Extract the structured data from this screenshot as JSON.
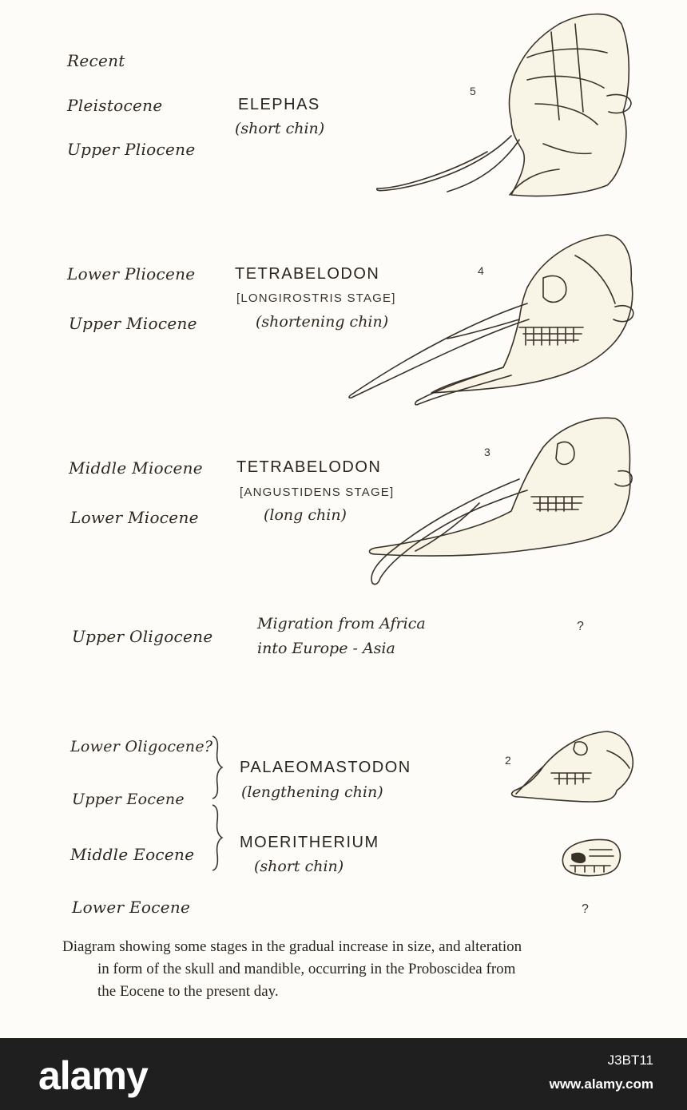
{
  "rows": [
    {
      "periods": [
        "Recent",
        "Pleistocene",
        "Upper Pliocene"
      ],
      "genus": "ELEPHAS",
      "stage": "",
      "note": "(short chin)",
      "number": "5"
    },
    {
      "periods": [
        "Lower Pliocene",
        "Upper Miocene"
      ],
      "genus": "TETRABELODON",
      "stage": "[LONGIROSTRIS STAGE]",
      "note": "(shortening chin)",
      "number": "4"
    },
    {
      "periods": [
        "Middle Miocene",
        "Lower Miocene"
      ],
      "genus": "TETRABELODON",
      "stage": "[ANGUSTIDENS STAGE]",
      "note": "(long chin)",
      "number": "3"
    },
    {
      "periods": [
        "Upper Oligocene"
      ],
      "migration": [
        "Migration from Africa",
        "into Europe - Asia"
      ],
      "unknown": "?"
    },
    {
      "periods": [
        "Lower Oligocene?",
        "Upper Eocene"
      ],
      "genus": "PALAEOMASTODON",
      "note": "(lengthening chin)",
      "number": "2"
    },
    {
      "periods": [
        "Middle Eocene"
      ],
      "genus": "MOERITHERIUM",
      "note": "(short chin)"
    },
    {
      "periods": [
        "Lower Eocene"
      ],
      "unknown": "?"
    }
  ],
  "caption": {
    "line1": "Diagram showing some stages in the gradual increase in size, and alteration",
    "line2": "in form of the skull and mandible, occurring in the Proboscidea from",
    "line3": "the Eocene to the present day."
  },
  "footer": {
    "brand": "alamy",
    "image_code": "J3BT11",
    "site": "www.alamy.com"
  },
  "colors": {
    "paper": "#fdfcf8",
    "ink": "#2b2620",
    "footer": "#1f1f1f"
  },
  "icons": [
    "elephas-skull-icon",
    "tetrabelodon-longirostris-skull-icon",
    "tetrabelodon-angustidens-skull-icon",
    "palaeomastodon-skull-icon",
    "moeritherium-skull-icon",
    "curly-brace-icon"
  ]
}
